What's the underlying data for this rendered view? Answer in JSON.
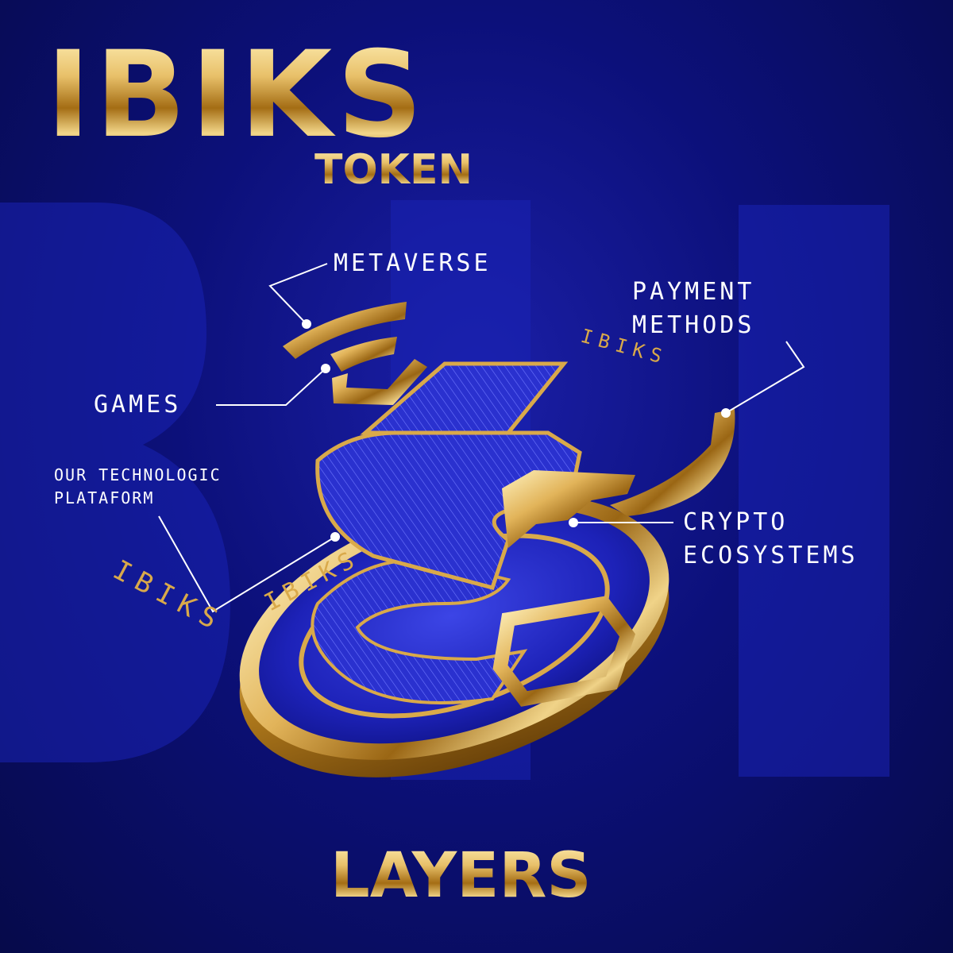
{
  "header": {
    "title": "IBIKS",
    "subtitle": "TOKEN"
  },
  "layers": {
    "metaverse": "METAVERSE",
    "games": "GAMES",
    "platform_line1": "OUR TECHNOLOGIC",
    "platform_line2": "PLATAFORM",
    "payment_line1": "PAYMENT",
    "payment_line2": "METHODS",
    "crypto_line1": "CRYPTO",
    "crypto_line2": "ECOSYSTEMS"
  },
  "coin": {
    "ring_text": "IBIKS"
  },
  "footer": {
    "title": "LAYERS"
  },
  "colors": {
    "background": "#0c107a",
    "gold": "#d9a94a",
    "label": "#ffffff"
  }
}
